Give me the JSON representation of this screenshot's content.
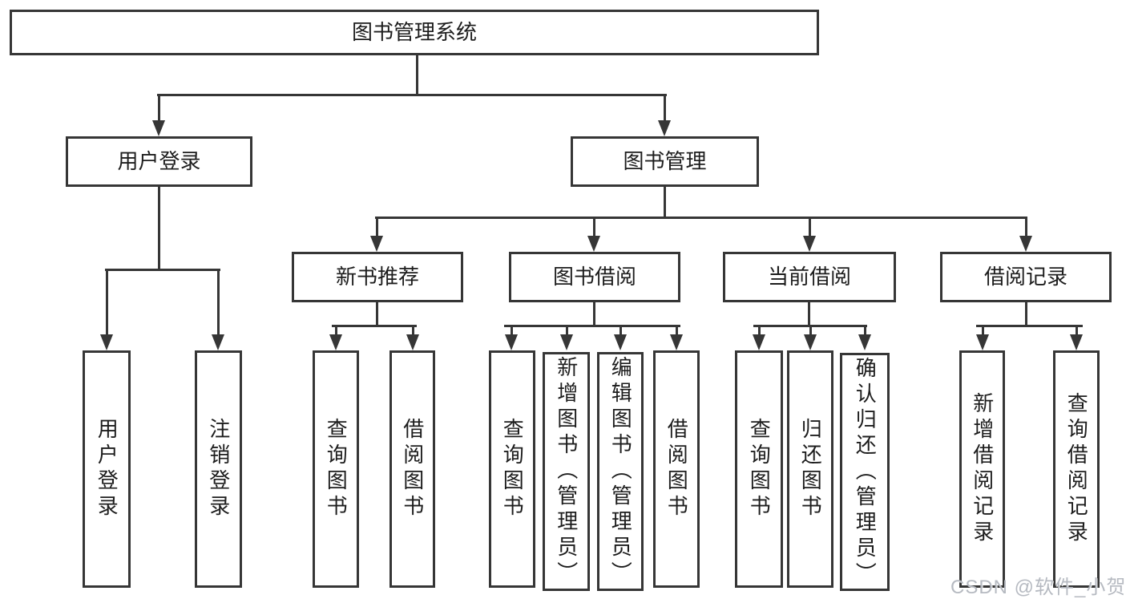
{
  "tree": {
    "root": {
      "label": "图书管理系统",
      "children": [
        {
          "label": "用户登录",
          "children": [
            {
              "label": "用户登录"
            },
            {
              "label": "注销登录"
            }
          ]
        },
        {
          "label": "图书管理",
          "children": [
            {
              "label": "新书推荐",
              "children": [
                {
                  "label": "查询图书"
                },
                {
                  "label": "借阅图书"
                }
              ]
            },
            {
              "label": "图书借阅",
              "children": [
                {
                  "label": "查询图书"
                },
                {
                  "label": "新增图书（管理员）"
                },
                {
                  "label": "编辑图书（管理员）"
                },
                {
                  "label": "借阅图书"
                }
              ]
            },
            {
              "label": "当前借阅",
              "children": [
                {
                  "label": "查询图书"
                },
                {
                  "label": "归还图书"
                },
                {
                  "label": "确认归还（管理员）"
                }
              ]
            },
            {
              "label": "借阅记录",
              "children": [
                {
                  "label": "新增借阅记录"
                },
                {
                  "label": "查询借阅记录"
                }
              ]
            }
          ]
        }
      ]
    }
  },
  "watermark": {
    "text": "CSDN @软件_小贺同学"
  },
  "colors": {
    "line": "#363636",
    "background": "#ffffff",
    "text": "#1d1d1d",
    "watermark": "#b2b6be"
  }
}
